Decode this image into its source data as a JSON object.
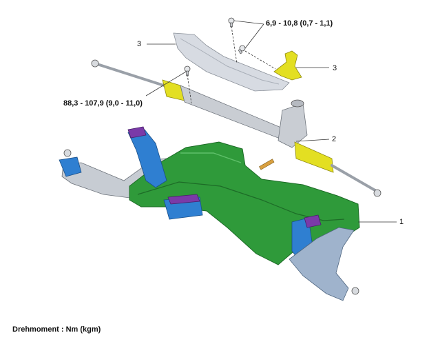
{
  "callouts": {
    "torque_top": "6,9 - 10,8 (0,7 - 1,1)",
    "torque_left": "88,3 - 107,9 (9,0 - 11,0)",
    "part_3_left": "3",
    "part_3_right": "3",
    "part_2": "2",
    "part_1": "1"
  },
  "footer": {
    "torque_unit": "Drehmoment : Nm (kgm)"
  },
  "colors": {
    "subframe": "#2f9a3a",
    "subframe_dark": "#1d6b27",
    "steering_gear": "#c9cdd3",
    "boot": "#e3df22",
    "heat_shield": "#d7dbe2",
    "control_arm": "#9fb3cc",
    "bracket_blue": "#2f7fd1",
    "bracket_purple": "#7a3aa8"
  }
}
